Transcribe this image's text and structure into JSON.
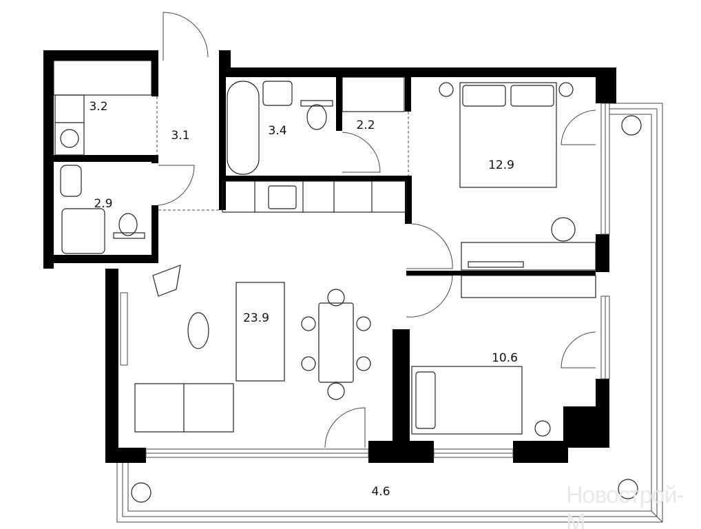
{
  "rooms": [
    {
      "id": "storage",
      "area": "3.2"
    },
    {
      "id": "hall",
      "area": "3.1"
    },
    {
      "id": "bathroom",
      "area": "3.4"
    },
    {
      "id": "wardrobe",
      "area": "2.2"
    },
    {
      "id": "bedroom-master",
      "area": "12.9"
    },
    {
      "id": "wc",
      "area": "2.9"
    },
    {
      "id": "living-kitchen",
      "area": "23.9"
    },
    {
      "id": "bedroom-child",
      "area": "10.6"
    },
    {
      "id": "balcony",
      "area": "4.6"
    }
  ],
  "watermark": "Новострой-М"
}
